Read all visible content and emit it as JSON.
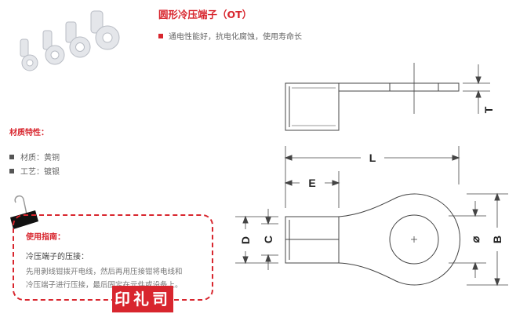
{
  "product": {
    "title": "圆形冷压端子（OT）",
    "feature": "通电性能好，抗电化腐蚀，使用寿命长"
  },
  "material": {
    "heading": "材质特性：",
    "items": [
      "材质：黄铜",
      "工艺：镀银"
    ]
  },
  "guide": {
    "heading": "使用指南：",
    "subheading": "冷压端子的压接：",
    "body_lines": [
      "先用剥线钳拨开电线，然后再用压接钳将电线和",
      "冷压端子进行压接，最后固定在元件或设备上。"
    ]
  },
  "stamp": "印礼司",
  "diagram": {
    "labels": {
      "T": "T",
      "L": "L",
      "E": "E",
      "D": "D",
      "C": "C",
      "phi": "⌀",
      "B": "B"
    }
  },
  "colors": {
    "accent": "#d8262e",
    "line": "#444444"
  }
}
